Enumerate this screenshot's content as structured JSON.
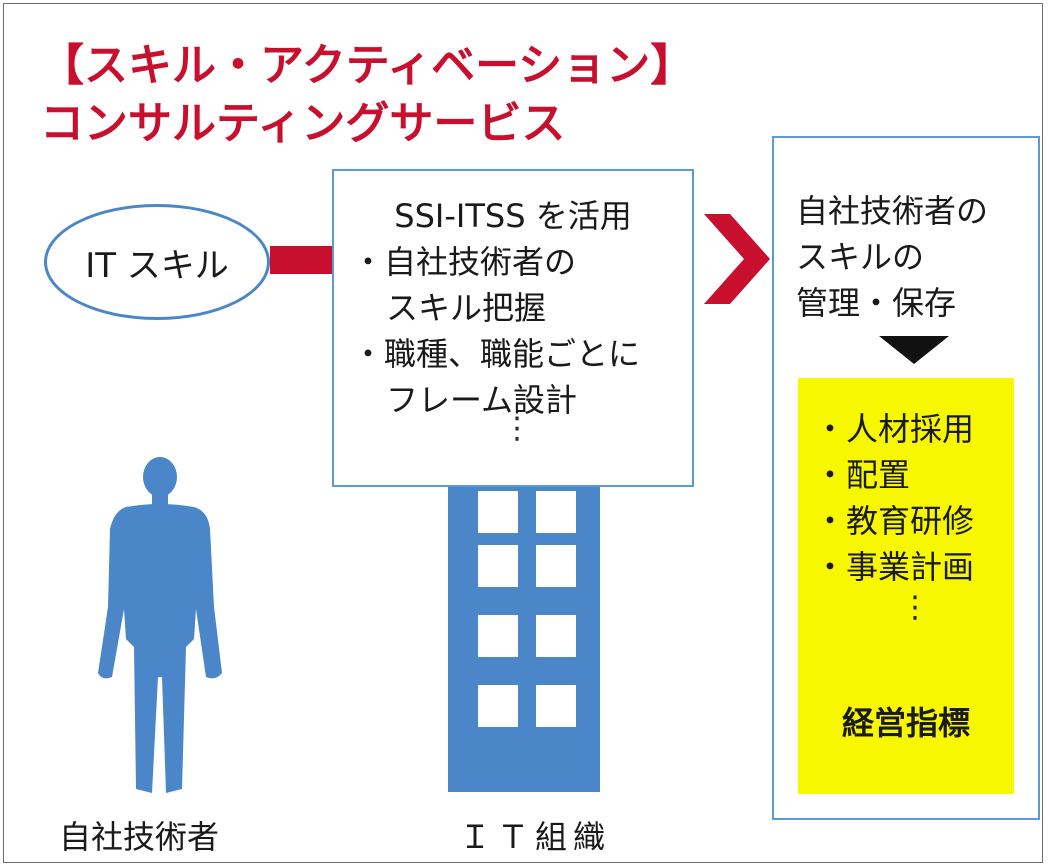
{
  "title": {
    "line1": "【スキル・アクティベーション】",
    "line2": "コンサルティングサービス"
  },
  "skill_node": {
    "label": "IT スキル"
  },
  "center": {
    "head": "SSI-ITSS を活用",
    "line1": "・自社技術者の",
    "line2": "スキル把握",
    "line3": "・職種、職能ごとに",
    "line4": "フレーム設計",
    "ellipsis": "⋮"
  },
  "right": {
    "line1": "自社技術者の",
    "line2": "スキルの",
    "line3": "管理・保存",
    "items": [
      "・人材採用",
      "・配置",
      "・教育研修",
      "・事業計画"
    ],
    "ellipsis": "⋮",
    "footer": "経営指標"
  },
  "labels": {
    "person": "自社技術者",
    "org": "ＩＴ組織"
  },
  "colors": {
    "title_red": "#c8102e",
    "arrow_red": "#c8102e",
    "blue": "#4a86c8",
    "box_border": "#5b9bd5",
    "highlight_yellow": "#f7f700"
  }
}
